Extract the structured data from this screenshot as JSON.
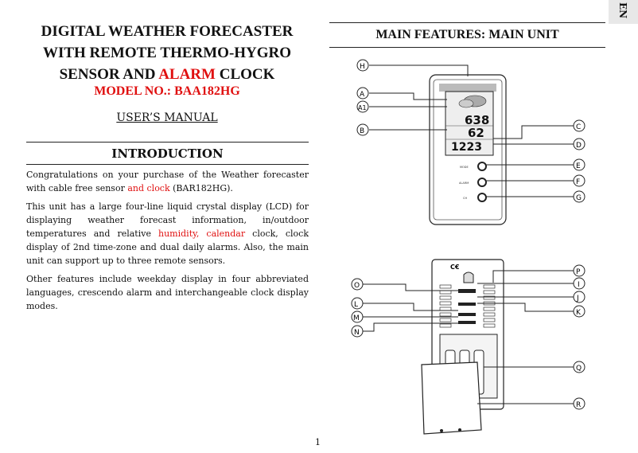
{
  "title": {
    "line1": "DIGITAL WEATHER FORECASTER",
    "line2": "WITH REMOTE THERMO-HYGRO",
    "line3a": "SENSOR AND ",
    "line3_alarm": "ALARM",
    "line3b": " CLOCK"
  },
  "model": "MODEL NO.: BAA182HG",
  "manual": "USER’S MANUAL",
  "intro": {
    "heading": "INTRODUCTION",
    "p1a": "Congratulations on your purchase of the Weather forecaster with cable free sensor ",
    "p1_red": "and clock",
    "p1b": " (BAR182HG).",
    "p2a": "This unit has a large four-line liquid crystal display (LCD) for displaying weather forecast information, in/outdoor temperatures and relative ",
    "p2_red": "humidity, calendar",
    "p2b": " clock, clock display of 2nd time-zone and dual daily alarms. Also, the main unit can support up to three remote sensors.",
    "p3": "Other features include weekday display in four abbreviated languages, crescendo alarm and interchangeable clock display modes."
  },
  "main_features": {
    "heading": "MAIN FEATURES: MAIN UNIT"
  },
  "lang_tab": "EN",
  "page_number": "1",
  "front_labels": [
    "H",
    "A",
    "A1",
    "B",
    "C",
    "D",
    "E",
    "F",
    "G"
  ],
  "back_labels": [
    "P",
    "O",
    "I",
    "J",
    "L",
    "K",
    "M",
    "N",
    "Q",
    "R"
  ],
  "lcd": {
    "row1": "638",
    "row2": "62",
    "row3": "1223"
  },
  "buttons": {
    "mode": "MODE",
    "alarm": "ALARM",
    "chan": "CH"
  },
  "accent_red": "#e01010"
}
